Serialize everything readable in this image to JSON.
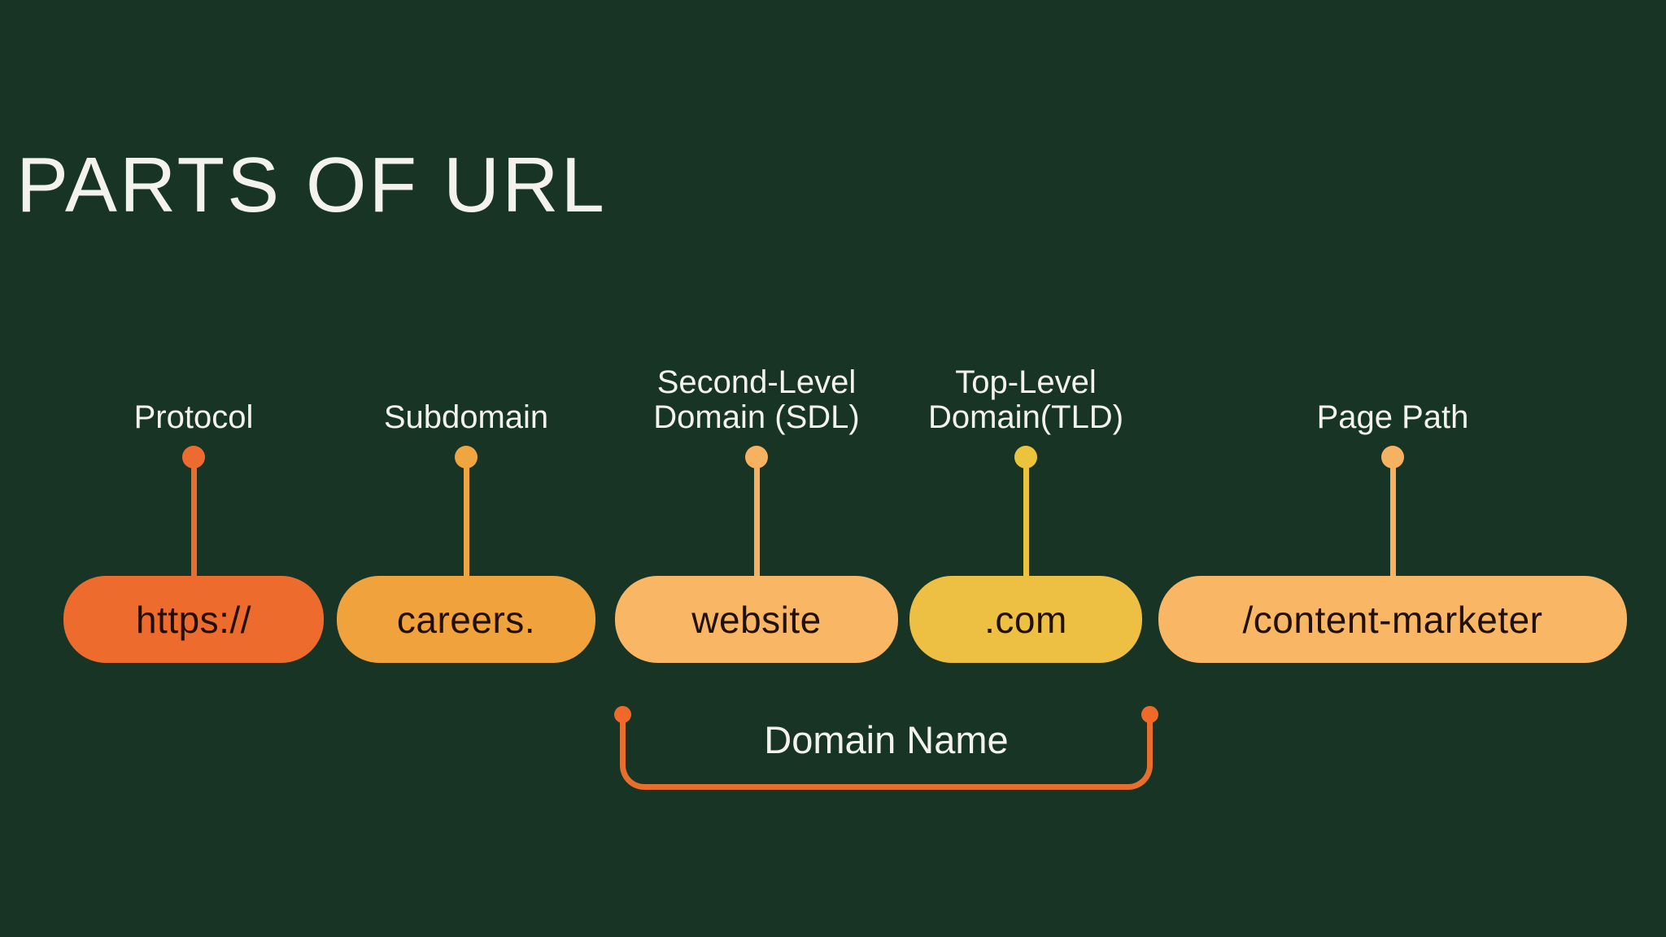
{
  "title": "PARTS OF URL",
  "colors": {
    "background": "#183425",
    "light_text": "#f3f2ec",
    "pill_text": "#201006",
    "bracket_line": "#e86e2e",
    "bracket_dot": "#f0692b"
  },
  "segments": [
    {
      "label": "Protocol",
      "value": "https://",
      "pill_color": "#ee6b2e",
      "connector_color": "#ed6b2e"
    },
    {
      "label": "Subdomain",
      "value": "careers.",
      "pill_color": "#f0a23c",
      "connector_color": "#f0a640"
    },
    {
      "label": "Second-Level\nDomain (SDL)",
      "value": "website",
      "pill_color": "#f9b765",
      "connector_color": "#f6b161"
    },
    {
      "label": "Top-Level\nDomain(TLD)",
      "value": ".com",
      "pill_color": "#edc044",
      "connector_color": "#ecc33d"
    },
    {
      "label": "Page Path",
      "value": "/content-marketer",
      "pill_color": "#f9b765",
      "connector_color": "#f6b161"
    }
  ],
  "bracket": {
    "label": "Domain Name"
  }
}
